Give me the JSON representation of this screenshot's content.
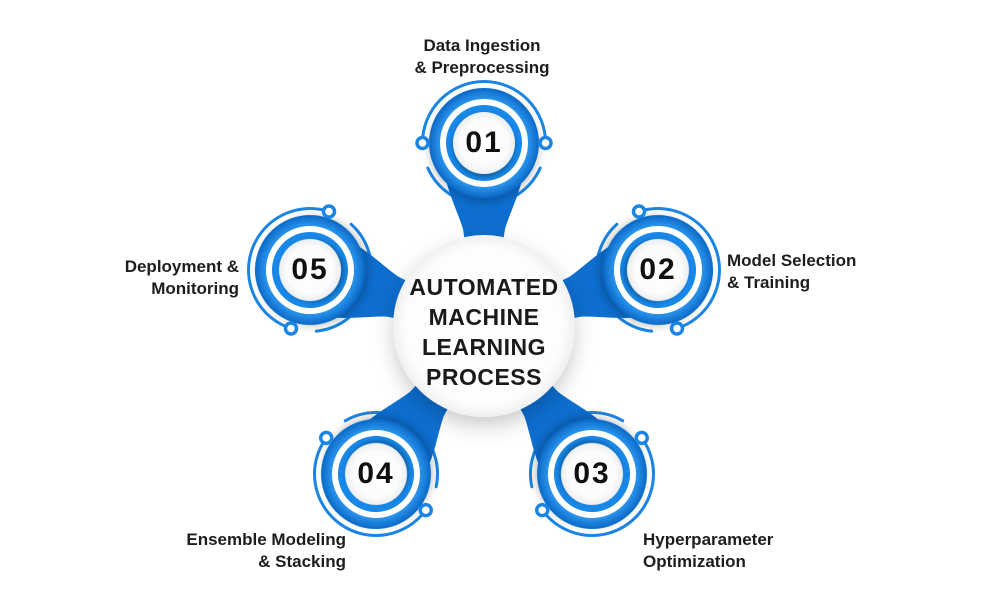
{
  "diagram": {
    "center": {
      "title_lines": [
        "AUTOMATED",
        "MACHINE",
        "LEARNING",
        "PROCESS"
      ]
    },
    "nodes": [
      {
        "number": "01",
        "label_lines": [
          "Data Ingestion",
          "& Preprocessing"
        ]
      },
      {
        "number": "02",
        "label_lines": [
          "Model Selection",
          "& Training"
        ]
      },
      {
        "number": "03",
        "label_lines": [
          "Hyperparameter",
          "Optimization"
        ]
      },
      {
        "number": "04",
        "label_lines": [
          "Ensemble Modeling",
          "& Stacking"
        ]
      },
      {
        "number": "05",
        "label_lines": [
          "Deployment &",
          "Monitoring"
        ]
      }
    ],
    "colors": {
      "blue_light": "#2E99F1",
      "blue": "#1583E2",
      "blue_dark": "#0A68C6",
      "tail_blue": "#0D6ECF",
      "text": "#1d1d1d",
      "background": "#ffffff"
    }
  }
}
